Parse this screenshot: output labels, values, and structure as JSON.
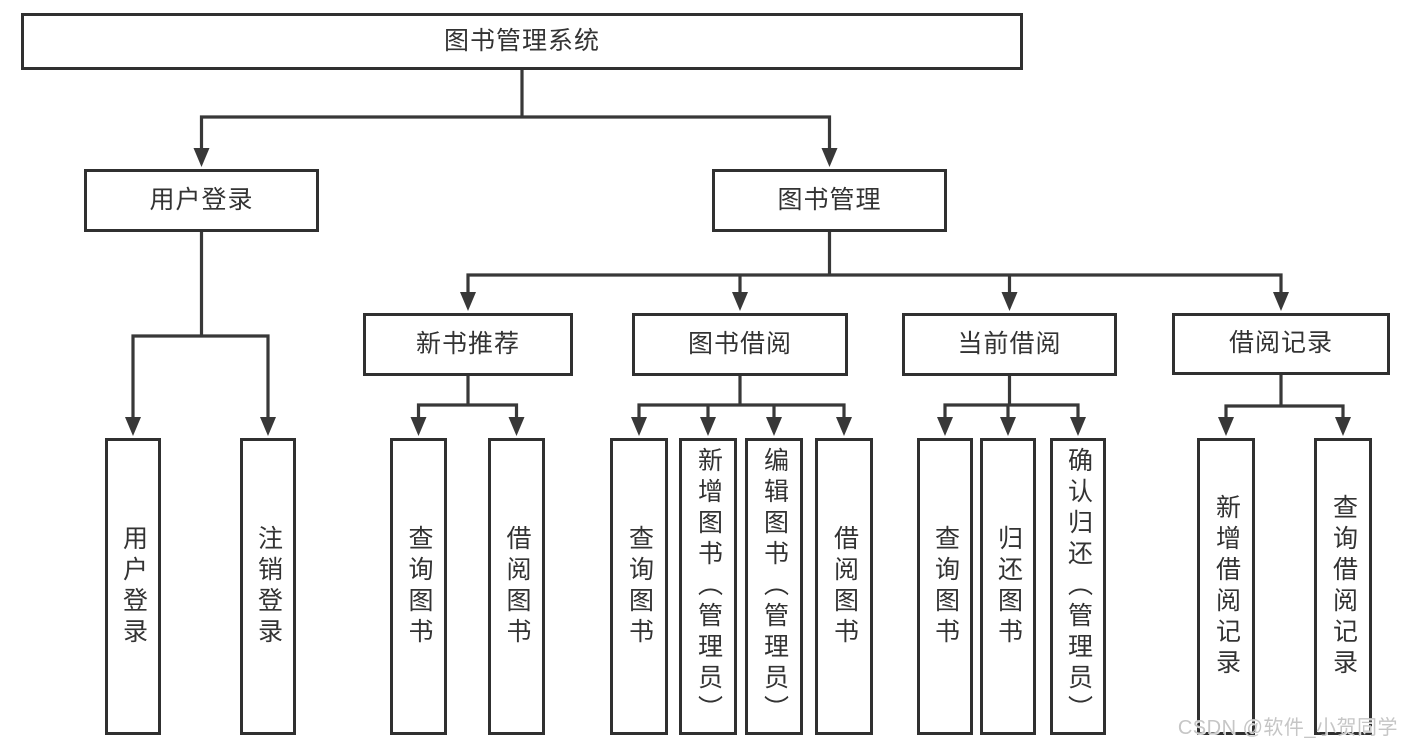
{
  "diagram": {
    "nodes": [
      {
        "id": "root",
        "label": "图书管理系统"
      },
      {
        "id": "user-login",
        "label": "用户登录"
      },
      {
        "id": "book-mgmt",
        "label": "图书管理"
      },
      {
        "id": "new-book-rec",
        "label": "新书推荐"
      },
      {
        "id": "book-borrow",
        "label": "图书借阅"
      },
      {
        "id": "current-borrow",
        "label": "当前借阅"
      },
      {
        "id": "borrow-record",
        "label": "借阅记录"
      },
      {
        "id": "leaf-user-login",
        "label": "用户登录"
      },
      {
        "id": "leaf-logout",
        "label": "注销登录"
      },
      {
        "id": "leaf-query-book-new",
        "label": "查询图书"
      },
      {
        "id": "leaf-borrow-book-new",
        "label": "借阅图书"
      },
      {
        "id": "leaf-query-book-borrow",
        "label": "查询图书"
      },
      {
        "id": "leaf-add-book",
        "label": "新增图书（管理员）"
      },
      {
        "id": "leaf-edit-book",
        "label": "编辑图书（管理员）"
      },
      {
        "id": "leaf-borrow-book-borrow",
        "label": "借阅图书"
      },
      {
        "id": "leaf-query-book-current",
        "label": "查询图书"
      },
      {
        "id": "leaf-return-book",
        "label": "归还图书"
      },
      {
        "id": "leaf-confirm-return",
        "label": "确认归还（管理员）"
      },
      {
        "id": "leaf-add-borrow-record",
        "label": "新增借阅记录"
      },
      {
        "id": "leaf-query-borrow-record",
        "label": "查询借阅记录"
      }
    ],
    "edges": [
      {
        "from": "root",
        "to": [
          "user-login",
          "book-mgmt"
        ]
      },
      {
        "from": "user-login",
        "to": [
          "leaf-user-login",
          "leaf-logout"
        ]
      },
      {
        "from": "book-mgmt",
        "to": [
          "new-book-rec",
          "book-borrow",
          "current-borrow",
          "borrow-record"
        ]
      },
      {
        "from": "new-book-rec",
        "to": [
          "leaf-query-book-new",
          "leaf-borrow-book-new"
        ]
      },
      {
        "from": "book-borrow",
        "to": [
          "leaf-query-book-borrow",
          "leaf-add-book",
          "leaf-edit-book",
          "leaf-borrow-book-borrow"
        ]
      },
      {
        "from": "current-borrow",
        "to": [
          "leaf-query-book-current",
          "leaf-return-book",
          "leaf-confirm-return"
        ]
      },
      {
        "from": "borrow-record",
        "to": [
          "leaf-add-borrow-record",
          "leaf-query-borrow-record"
        ]
      }
    ],
    "watermark": "CSDN @软件_小贺同学",
    "colors": {
      "line": "#383838",
      "box_border": "#303030",
      "box_background": "#ffffff",
      "text": "#333333",
      "watermark": "#c6c6c6",
      "page_background": "#ffffff"
    }
  }
}
